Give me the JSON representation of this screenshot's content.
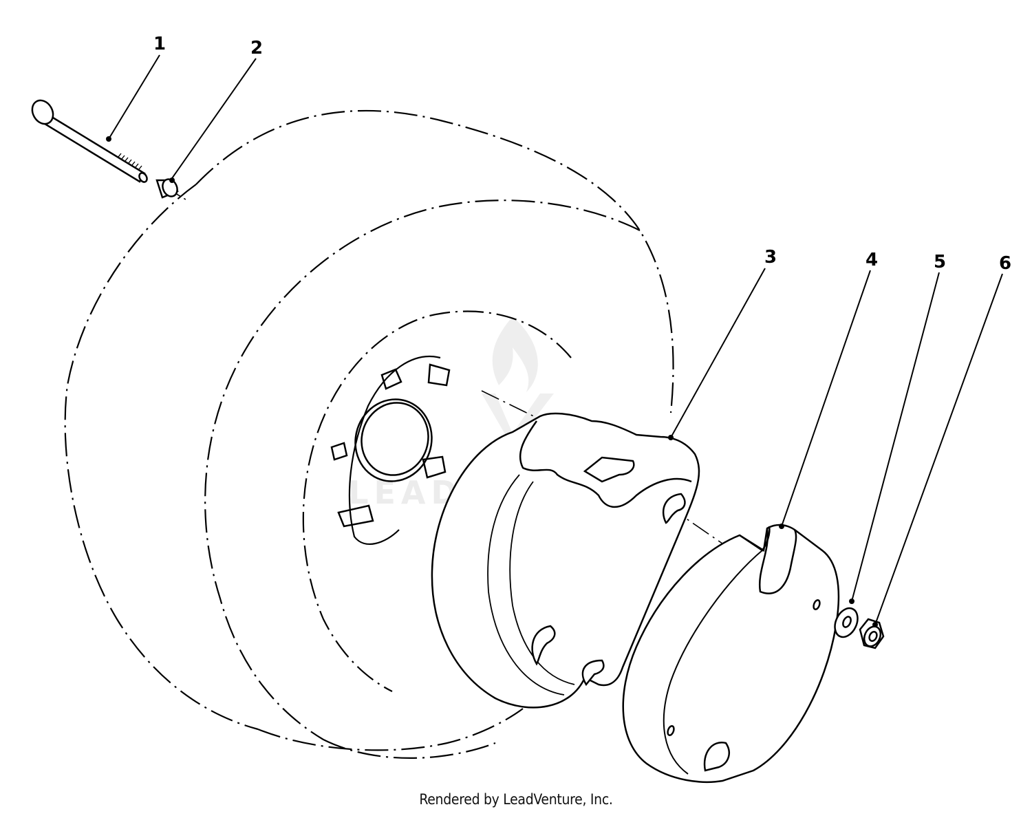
{
  "callouts": [
    {
      "id": "1",
      "label": "1"
    },
    {
      "id": "2",
      "label": "2"
    },
    {
      "id": "3",
      "label": "3"
    },
    {
      "id": "4",
      "label": "4"
    },
    {
      "id": "5",
      "label": "5"
    },
    {
      "id": "6",
      "label": "6"
    }
  ],
  "watermark": {
    "text": "LEADVENTURE"
  },
  "footer": {
    "credit": "Rendered by LeadVenture, Inc."
  },
  "colors": {
    "line": "#000000",
    "background": "#ffffff",
    "watermark": "#e6e6e6"
  }
}
